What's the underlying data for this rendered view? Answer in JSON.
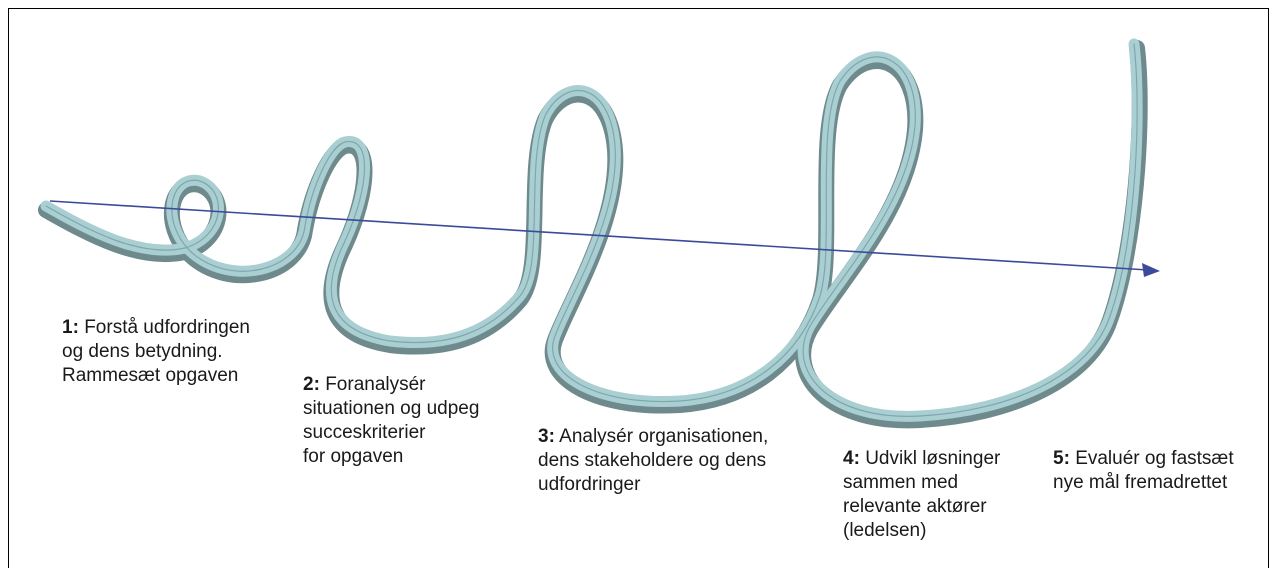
{
  "steps": [
    {
      "num": "1:",
      "lines": [
        "Forstå udfordringen",
        "og dens betydning.",
        "Rammesæt opgaven"
      ]
    },
    {
      "num": "2:",
      "lines": [
        "Foranalysér",
        "situationen og udpeg",
        "succeskriterier",
        "for opgaven"
      ]
    },
    {
      "num": "3:",
      "lines": [
        "Analysér organisationen,",
        "dens stakeholdere og dens",
        "udfordringer"
      ]
    },
    {
      "num": "4:",
      "lines": [
        "Udvikl løsninger",
        "sammen med",
        "relevante aktører",
        "(ledelsen)"
      ]
    },
    {
      "num": "5:",
      "lines": [
        "Evaluér og fastsæt",
        "nye mål fremadrettet"
      ]
    }
  ],
  "colors": {
    "ribbon": "#a9cfd3",
    "ribbon_shadow": "#6f8a8c",
    "ribbon_edge": "#7fa7ab",
    "arrow": "#3b4a9a",
    "border": "#000000"
  }
}
